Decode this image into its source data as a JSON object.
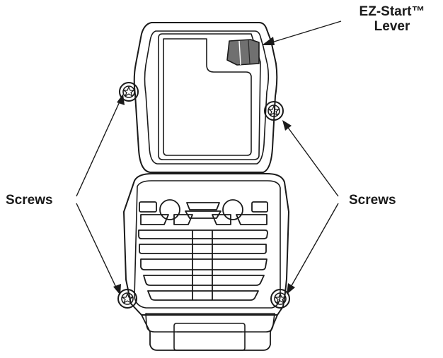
{
  "labels": {
    "ez_start_line1": "EZ-Start™",
    "ez_start_line2": "Lever",
    "screws_left": "Screws",
    "screws_right": "Screws"
  },
  "colors": {
    "line": "#1a1a1a",
    "lever_fill": "#707070",
    "background": "#ffffff"
  }
}
